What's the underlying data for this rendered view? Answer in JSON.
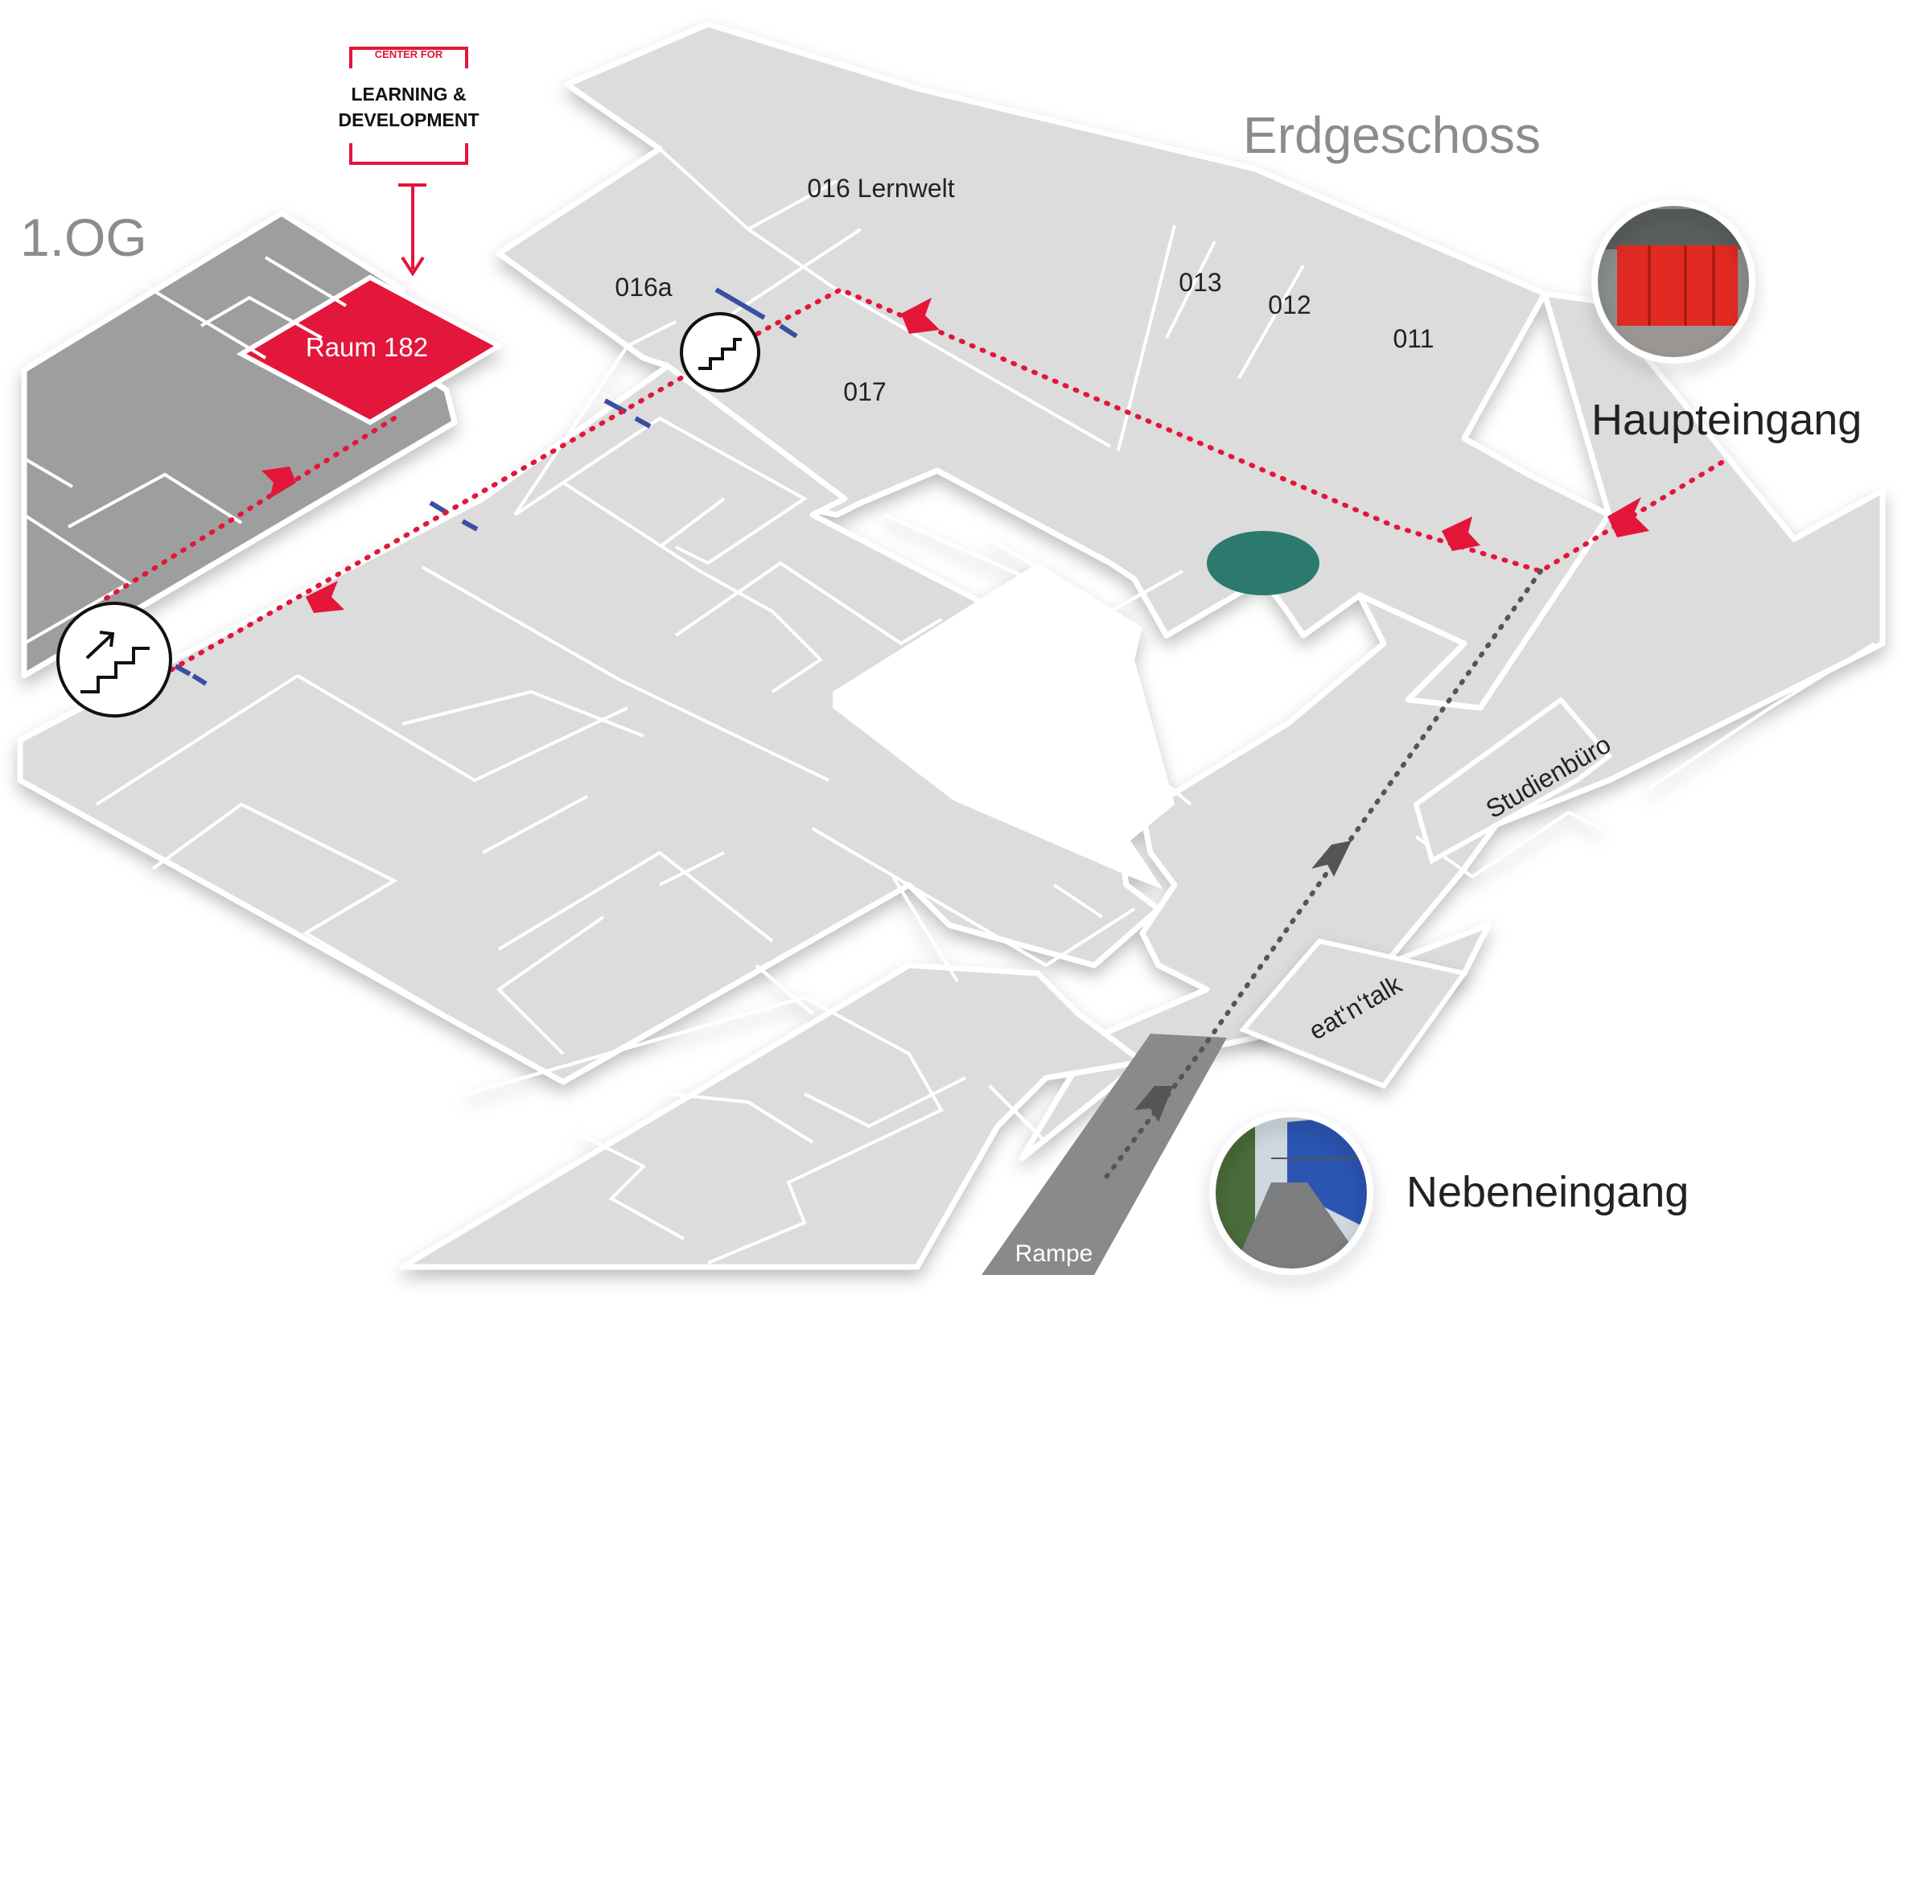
{
  "titles": {
    "ground_floor": "Erdgeschoss",
    "upper_floor": "1.OG"
  },
  "logo": {
    "line1": "CENTER FOR",
    "line2": "LEARNING &",
    "line3": "DEVELOPMENT"
  },
  "rooms": {
    "r016": "016 Lernwelt",
    "r016a": "016a",
    "r013": "013",
    "r012": "012",
    "r011": "011",
    "r017": "017",
    "raum182": "Raum 182",
    "studienbuero": "Studienbüro",
    "eatntalk": "eat‘n‘talk",
    "rampe": "Rampe"
  },
  "entrances": {
    "main": "Haupteingang",
    "side": "Nebeneingang"
  },
  "colors": {
    "route": "#e3163a",
    "floor": "#dcdcdc",
    "upper_floor": "#9e9e9e",
    "target_room": "#e3163a",
    "door_marker": "#3a4fa0",
    "fountain": "#2b7a6d",
    "ramp": "#8a8a8a",
    "title_grey": "#8c8c8c"
  },
  "icons": {
    "stairs_upper": "stairs-up-icon",
    "stairs_ground": "stairs-icon",
    "route_arrow": "chevron-icon"
  }
}
